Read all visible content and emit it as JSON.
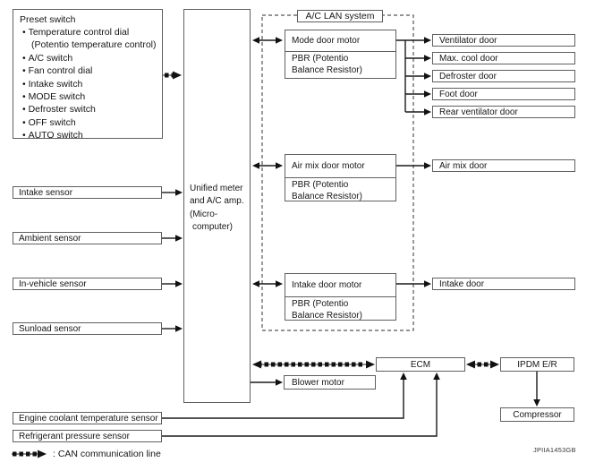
{
  "preset": {
    "title": "Preset switch",
    "bullets": [
      "Temperature control dial",
      "A/C switch",
      "Fan control dial",
      "Intake switch",
      "MODE switch",
      "Defroster switch",
      "OFF switch",
      "AUTO switch"
    ],
    "bullet_note": "(Potentio temperature control)"
  },
  "sensors": {
    "intake": "Intake sensor",
    "ambient": "Ambient sensor",
    "in_vehicle": "In-vehicle sensor",
    "sunload": "Sunload sensor"
  },
  "controller": {
    "line1": "Unified meter",
    "line2": "and A/C amp.",
    "line3": "(Micro-",
    "line4": "computer)"
  },
  "lan": {
    "label": "A/C LAN system",
    "mode_motor": {
      "name": "Mode door motor",
      "pbr_line1": "PBR (Potentio",
      "pbr_line2": "Balance Resistor)"
    },
    "air_mix_motor": {
      "name": "Air mix door motor",
      "pbr_line1": "PBR (Potentio",
      "pbr_line2": "Balance Resistor)"
    },
    "intake_motor": {
      "name": "Intake door motor",
      "pbr_line1": "PBR (Potentio",
      "pbr_line2": "Balance Resistor)"
    }
  },
  "doors": {
    "ventilator": "Ventilator door",
    "max_cool": "Max. cool door",
    "defroster": "Defroster door",
    "foot": "Foot door",
    "rear_ventilator": "Rear ventilator door",
    "air_mix": "Air mix door",
    "intake": "Intake door"
  },
  "modules": {
    "ecm": "ECM",
    "ipdm": "IPDM E/R",
    "compressor": "Compressor",
    "blower": "Blower motor"
  },
  "bottom_sensors": {
    "engine_coolant": "Engine coolant temperature sensor",
    "refrigerant": "Refrigerant pressure sensor"
  },
  "legend": {
    "label": ": CAN communication line"
  },
  "ref_code": "JPIIA1453GB",
  "colors": {
    "wire": "#1a1a1a",
    "box_border": "#5f5f5f"
  }
}
